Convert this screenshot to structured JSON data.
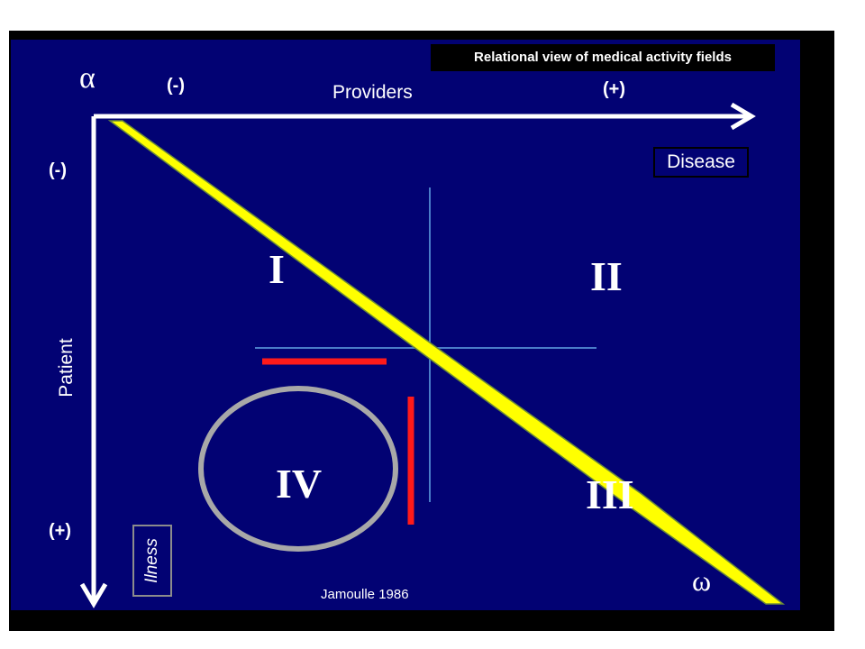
{
  "title": "Relational view of medical activity fields",
  "axes": {
    "horizontal": {
      "label": "Providers",
      "minus": "(-)",
      "plus": "(+)"
    },
    "vertical": {
      "label": "Patient",
      "minus": "(-)",
      "plus": "(+)"
    }
  },
  "greek": {
    "start": "α",
    "end": "ω"
  },
  "boxes": {
    "disease": "Disease",
    "illness": "Ilness"
  },
  "quadrants": {
    "q1": "I",
    "q2": "II",
    "q3": "III",
    "q4": "IV"
  },
  "credit": "Jamoulle 1986",
  "colors": {
    "background": "#020273",
    "diagonal": "#ffff00",
    "cross": "#4a7cc8",
    "barriers": "#ff1a1a",
    "circle": "#a8a8a8",
    "axes": "#ffffff"
  }
}
